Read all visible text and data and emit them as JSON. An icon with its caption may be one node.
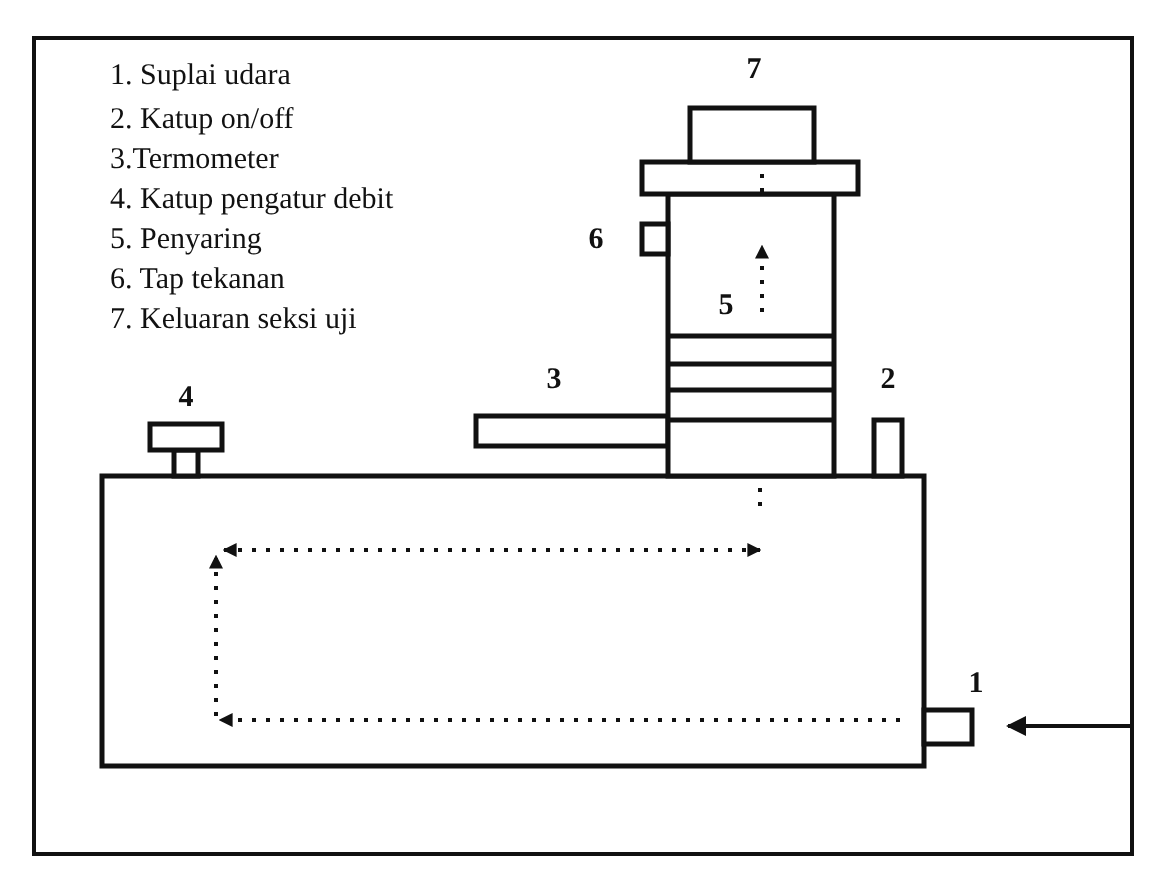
{
  "diagram": {
    "labels": [
      "1. Suplai udara",
      "2. Katup on/off",
      "3.Termometer",
      "4. Katup pengatur debit",
      "5. Penyaring",
      "6. Tap tekanan",
      "7. Keluaran seksi uji",
      "7",
      "6",
      "5",
      "3",
      "2",
      "4",
      "1"
    ]
  }
}
